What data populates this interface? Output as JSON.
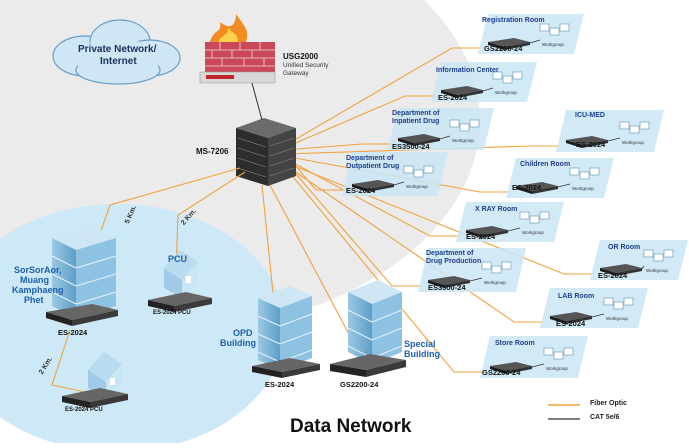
{
  "colors": {
    "fiber": "#f0a23c",
    "cat": "#333333",
    "panel": "#c9e6f4",
    "room_text": "#1e3f8c",
    "site_text": "#1f5fae"
  },
  "cloud": {
    "text_line1": "Private Network/",
    "text_line2": "Internet"
  },
  "firewall": {
    "name": "USG2000",
    "desc_line1": "Unified Security",
    "desc_line2": "Gateway"
  },
  "core": {
    "name": "MS-7206"
  },
  "workgroup_label": "Workgroup",
  "rooms": [
    {
      "title_line1": "Registration Room",
      "title_line2": "",
      "device": "GS2200-24"
    },
    {
      "title_line1": "Information Center",
      "title_line2": "",
      "device": "ES-2024"
    },
    {
      "title_line1": "Department of",
      "title_line2": "Inpatient Drug",
      "device": "ES3500-24"
    },
    {
      "title_line1": "Department of",
      "title_line2": "Outpatient Drug",
      "device": "ES-2024"
    },
    {
      "title_line1": "ICU-MED",
      "title_line2": "",
      "device": "ES-2024"
    },
    {
      "title_line1": "Children Room",
      "title_line2": "",
      "device": "ES-2024"
    },
    {
      "title_line1": "X RAY Room",
      "title_line2": "",
      "device": "ES-2024"
    },
    {
      "title_line1": "Department of",
      "title_line2": "Drug Production",
      "device": "ES3500-24"
    },
    {
      "title_line1": "OR Room",
      "title_line2": "",
      "device": "ES-2024"
    },
    {
      "title_line1": "LAB Room",
      "title_line2": "",
      "device": "ES-2024"
    },
    {
      "title_line1": "Store Room",
      "title_line2": "",
      "device": "GS2200-24"
    }
  ],
  "remote": {
    "site_line1": "SorSorAor,",
    "site_line2": "Muang",
    "site_line3": "Kamphaeng",
    "site_line4": "Phet",
    "site_device": "ES-2024",
    "pcu_label": "PCU",
    "pcu_device": "ES-2024 PCU",
    "pcu2_device": "ES-2024 PCU",
    "dist_5km": "5 Km.",
    "dist_2km_top": "2 Km.",
    "dist_2km_bottom": "2 Km."
  },
  "buildings": {
    "opd_line1": "OPD",
    "opd_line2": "Building",
    "opd_device": "ES-2024",
    "special_line1": "Special",
    "special_line2": "Building",
    "special_device": "GS2200-24"
  },
  "legend": {
    "fiber": "Fiber Optic",
    "cat": "CAT 5e/6"
  },
  "footer": {
    "title": "Data Network"
  }
}
